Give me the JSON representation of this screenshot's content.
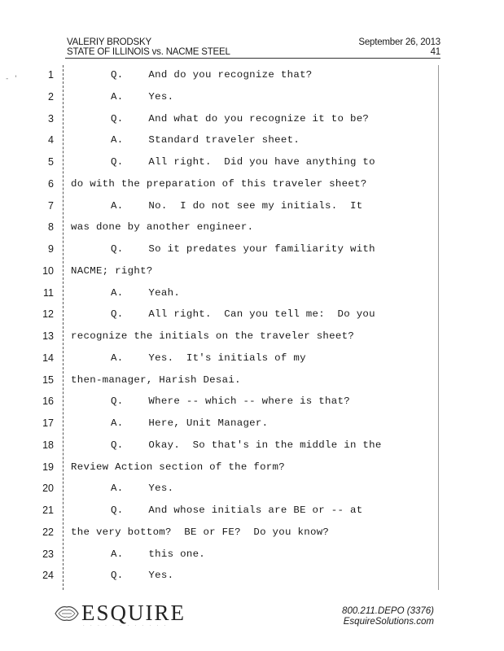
{
  "header": {
    "witness": "VALERIY BRODSKY",
    "case": "STATE OF ILLINOIS vs. NACME STEEL",
    "date": "September 26, 2013",
    "page": "41"
  },
  "margin_mark": "- '",
  "lines": [
    {
      "n": "1",
      "text": "Q.    And do you recognize that?",
      "indent": "q"
    },
    {
      "n": "2",
      "text": "A.    Yes.",
      "indent": "q"
    },
    {
      "n": "3",
      "text": "Q.    And what do you recognize it to be?",
      "indent": "q"
    },
    {
      "n": "4",
      "text": "A.    Standard traveler sheet.",
      "indent": "q"
    },
    {
      "n": "5",
      "text": "Q.    All right.  Did you have anything to",
      "indent": "q"
    },
    {
      "n": "6",
      "text": "do with the preparation of this traveler sheet?",
      "indent": "cont"
    },
    {
      "n": "7",
      "text": "A.    No.  I do not see my initials.  It",
      "indent": "q"
    },
    {
      "n": "8",
      "text": "was done by another engineer.",
      "indent": "cont"
    },
    {
      "n": "9",
      "text": "Q.    So it predates your familiarity with",
      "indent": "q"
    },
    {
      "n": "10",
      "text": "NACME; right?",
      "indent": "cont"
    },
    {
      "n": "11",
      "text": "A.    Yeah.",
      "indent": "q"
    },
    {
      "n": "12",
      "text": "Q.    All right.  Can you tell me:  Do you",
      "indent": "q"
    },
    {
      "n": "13",
      "text": "recognize the initials on the traveler sheet?",
      "indent": "cont"
    },
    {
      "n": "14",
      "text": "A.    Yes.  It's initials of my",
      "indent": "q"
    },
    {
      "n": "15",
      "text": "then-manager, Harish Desai.",
      "indent": "cont"
    },
    {
      "n": "16",
      "text": "Q.    Where -- which -- where is that?",
      "indent": "q"
    },
    {
      "n": "17",
      "text": "A.    Here, Unit Manager.",
      "indent": "q"
    },
    {
      "n": "18",
      "text": "Q.    Okay.  So that's in the middle in the",
      "indent": "q"
    },
    {
      "n": "19",
      "text": "Review Action section of the form?",
      "indent": "cont"
    },
    {
      "n": "20",
      "text": "A.    Yes.",
      "indent": "q"
    },
    {
      "n": "21",
      "text": "Q.    And whose initials are BE or -- at",
      "indent": "q"
    },
    {
      "n": "22",
      "text": "the very bottom?  BE or FE?  Do you know?",
      "indent": "cont"
    },
    {
      "n": "23",
      "text": "A.    this one.",
      "indent": "q"
    },
    {
      "n": "24",
      "text": "Q.    Yes.",
      "indent": "q"
    }
  ],
  "footer": {
    "logo_word": "ESQUIRE",
    "logo_icon": "esquire-logo-icon",
    "phone": "800.211.DEPO (3376)",
    "website": "EsquireSolutions.com"
  }
}
